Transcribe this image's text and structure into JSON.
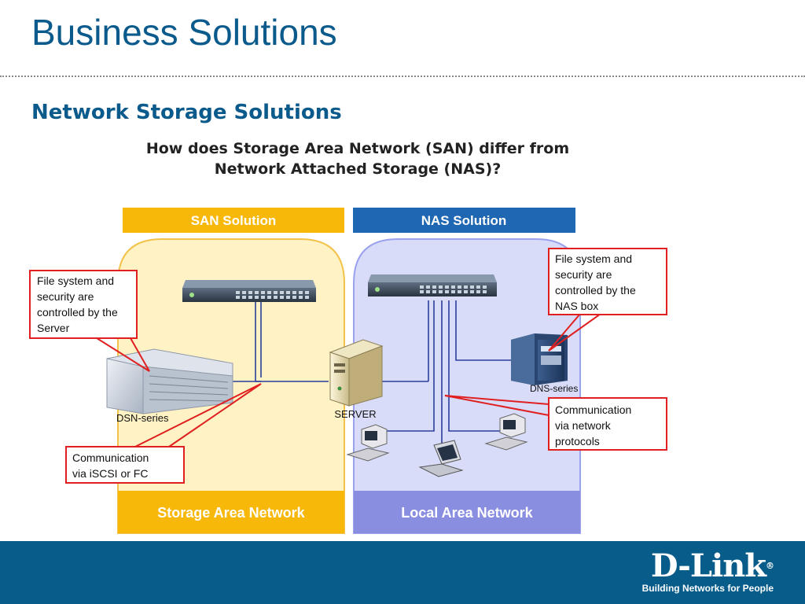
{
  "slide": {
    "title": "Business Solutions",
    "subtitle": "Network Storage Solutions"
  },
  "diagram": {
    "question_line1": "How does Storage Area Network (SAN) differ from",
    "question_line2": "Network Attached Storage (NAS)?",
    "san": {
      "header": "SAN Solution",
      "footer": "Storage Area Network",
      "device_label": "DSN-series",
      "callout_server": [
        "File system and",
        "security are",
        "controlled by the",
        "Server"
      ],
      "callout_comm": [
        "Communication",
        "via iSCSI or FC"
      ]
    },
    "nas": {
      "header": "NAS Solution",
      "footer": "Local Area Network",
      "device_label": "DNS-series",
      "callout_box": [
        "File system and",
        "security are",
        "controlled by the",
        "NAS box"
      ],
      "callout_comm": [
        "Communication",
        "via network",
        "protocols"
      ]
    },
    "server_label": "SERVER",
    "colors": {
      "san_accent": "#f8b80a",
      "san_fill": "#fff2c4",
      "nas_accent": "#1f67b3",
      "nas_fill": "#d8dcf8",
      "nas_footer": "#8a8ee0",
      "callout_border": "#e02020",
      "cable": "#2b3e9c"
    }
  },
  "brand": {
    "name": "D-Link",
    "registered": "®",
    "tagline": "Building Networks for People"
  }
}
